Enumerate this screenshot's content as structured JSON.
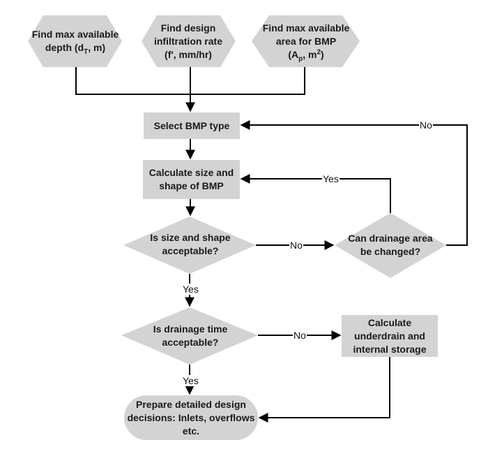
{
  "inputs": {
    "depth": {
      "line1": "Find max available",
      "line2_pre": "depth (d",
      "line2_sub": "T",
      "line2_post": ", m)"
    },
    "rate": {
      "line1": "Find design",
      "line2": "infiltration rate",
      "line3": "(f', mm/hr)"
    },
    "area": {
      "line1": "Find max available",
      "line2": "area for BMP",
      "line3_pre": "(A",
      "line3_sub": "p",
      "line3_mid": ", m",
      "line3_sup": "2",
      "line3_post": ")"
    }
  },
  "steps": {
    "select": "Select BMP type",
    "calc_line1": "Calculate size and",
    "calc_line2": "shape of BMP",
    "underdrain_line1": "Calculate",
    "underdrain_line2": "underdrain and",
    "underdrain_line3": "internal storage",
    "final_line1": "Prepare detailed design",
    "final_line2": "decisions: Inlets, overflows",
    "final_line3": "etc."
  },
  "decisions": {
    "size_line1": "Is size and shape",
    "size_line2": "acceptable?",
    "drainage_line1": "Can drainage area",
    "drainage_line2": "be changed?",
    "time_line1": "Is drainage time",
    "time_line2": "acceptable?"
  },
  "edge_labels": {
    "no_area": "No",
    "yes_area": "Yes",
    "no_size": "No",
    "yes_size": "Yes",
    "no_time": "No",
    "yes_time": "Yes"
  }
}
